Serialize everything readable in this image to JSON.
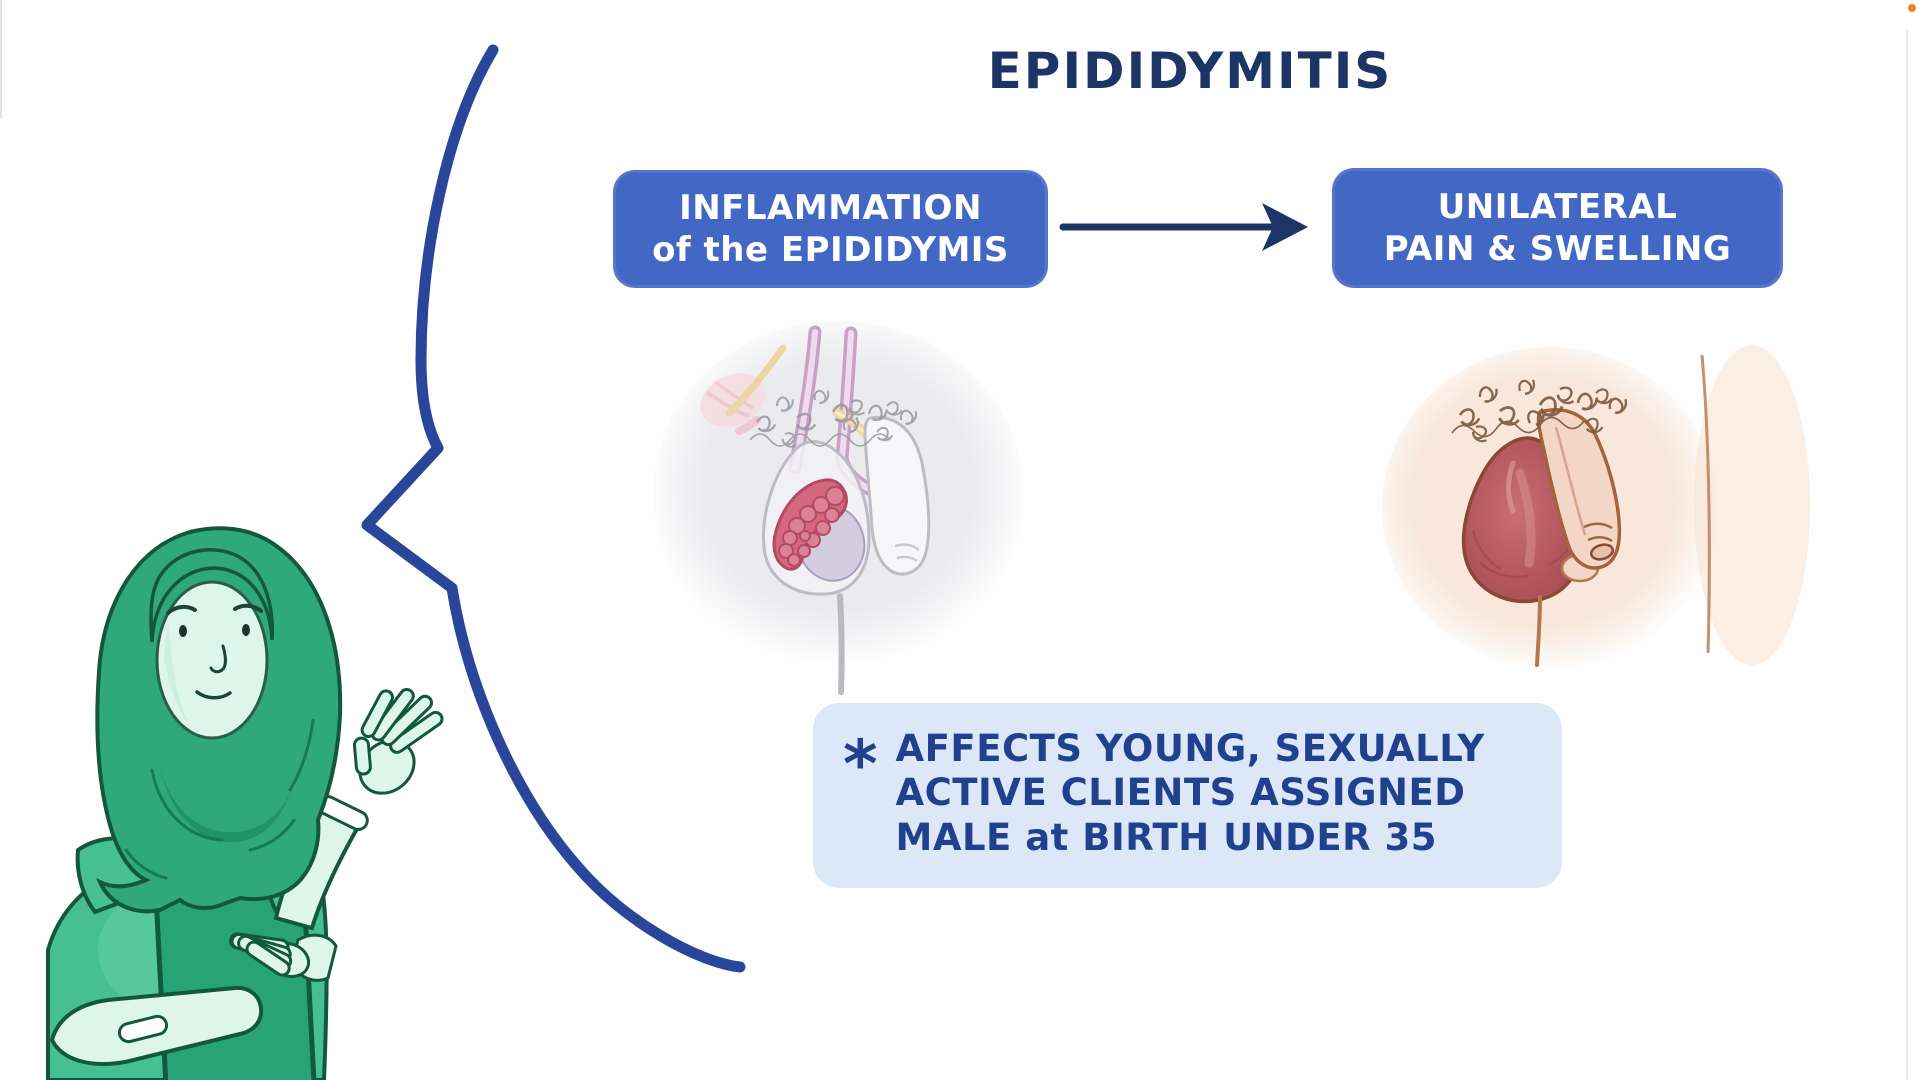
{
  "colors": {
    "navy": "#1c3566",
    "bubble_blue": "#2a469b",
    "box_blue": "#4267c4",
    "box_text": "#ffffff",
    "note_bg": "#dce8f8",
    "note_text": "#21418f",
    "accent_orange": "#e8872b",
    "hijab_green": "#2fa87c",
    "scrub_green": "#46c093",
    "skin_mint": "#def5ec",
    "inflamed_red": "#d4687f",
    "swollen_red": "#b85a62"
  },
  "title": {
    "text": "EPIDIDYMITIS"
  },
  "flow": {
    "cause": {
      "line1": "INFLAMMATION",
      "line2": "of the EPIDIDYMIS"
    },
    "arrow_icon": "leads-to-arrow",
    "effect": {
      "line1": "UNILATERAL",
      "line2": "PAIN & SWELLING"
    }
  },
  "note": {
    "marker": "*",
    "lines": [
      "AFFECTS YOUNG, SEXUALLY",
      "ACTIVE CLIENTS ASSIGNED",
      "MALE at BIRTH UNDER 35"
    ]
  },
  "figures": {
    "left": "inflamed-epididymis-anatomy",
    "right": "unilateral-scrotal-swelling",
    "presenter": "clinician-in-hijab-with-clipboard"
  }
}
